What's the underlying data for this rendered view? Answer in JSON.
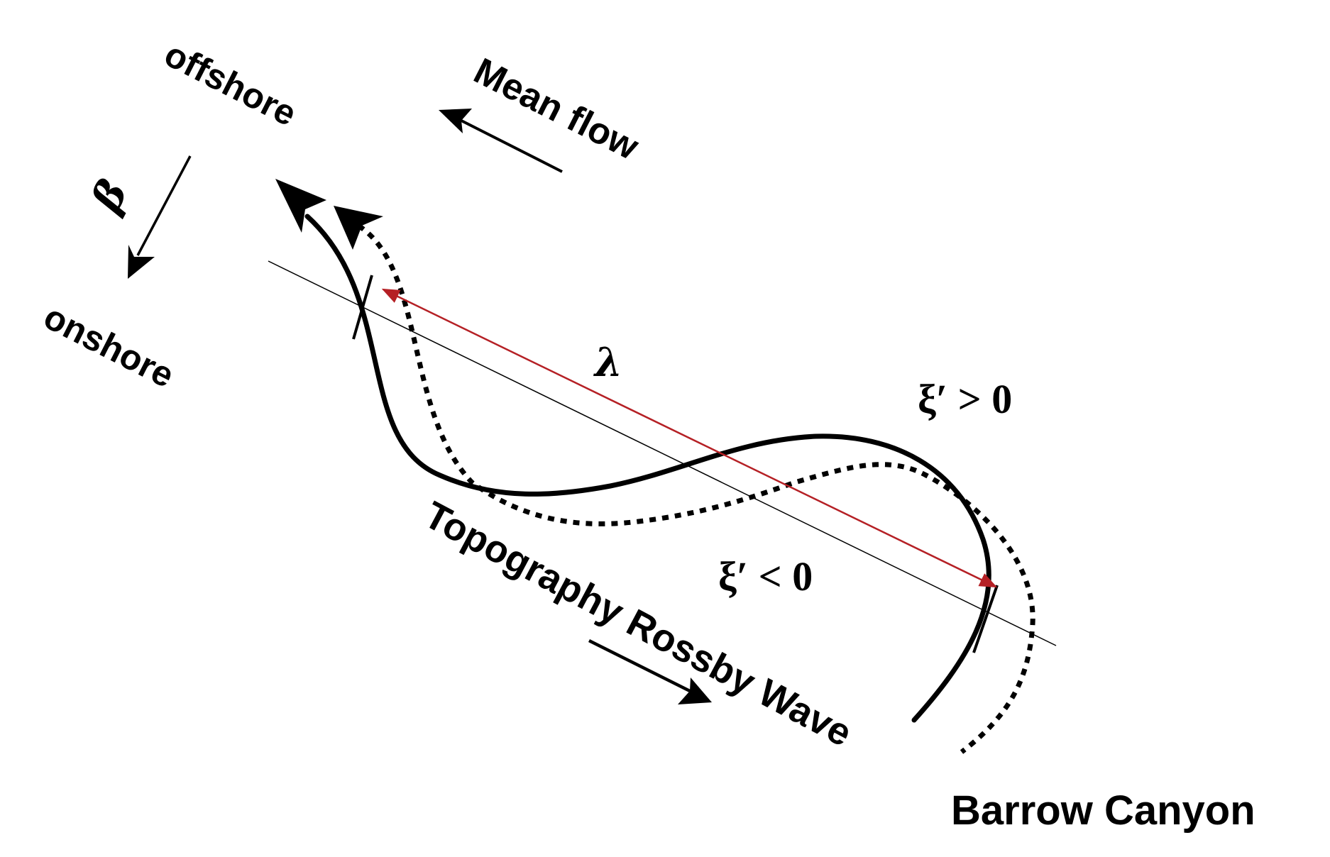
{
  "labels": {
    "offshore": "offshore",
    "onshore": "onshore",
    "beta": "β",
    "mean_flow": "Mean flow",
    "lambda": "λ",
    "xi_positive": "ξ′ > 0",
    "xi_negative": "ξ′ < 0",
    "topography_rossby_wave": "Topography Rossby Wave",
    "barrow_canyon": "Barrow Canyon"
  },
  "colors": {
    "curves": "#000000",
    "wavelength_arrow": "#b52025",
    "axis_line": "#000000"
  }
}
